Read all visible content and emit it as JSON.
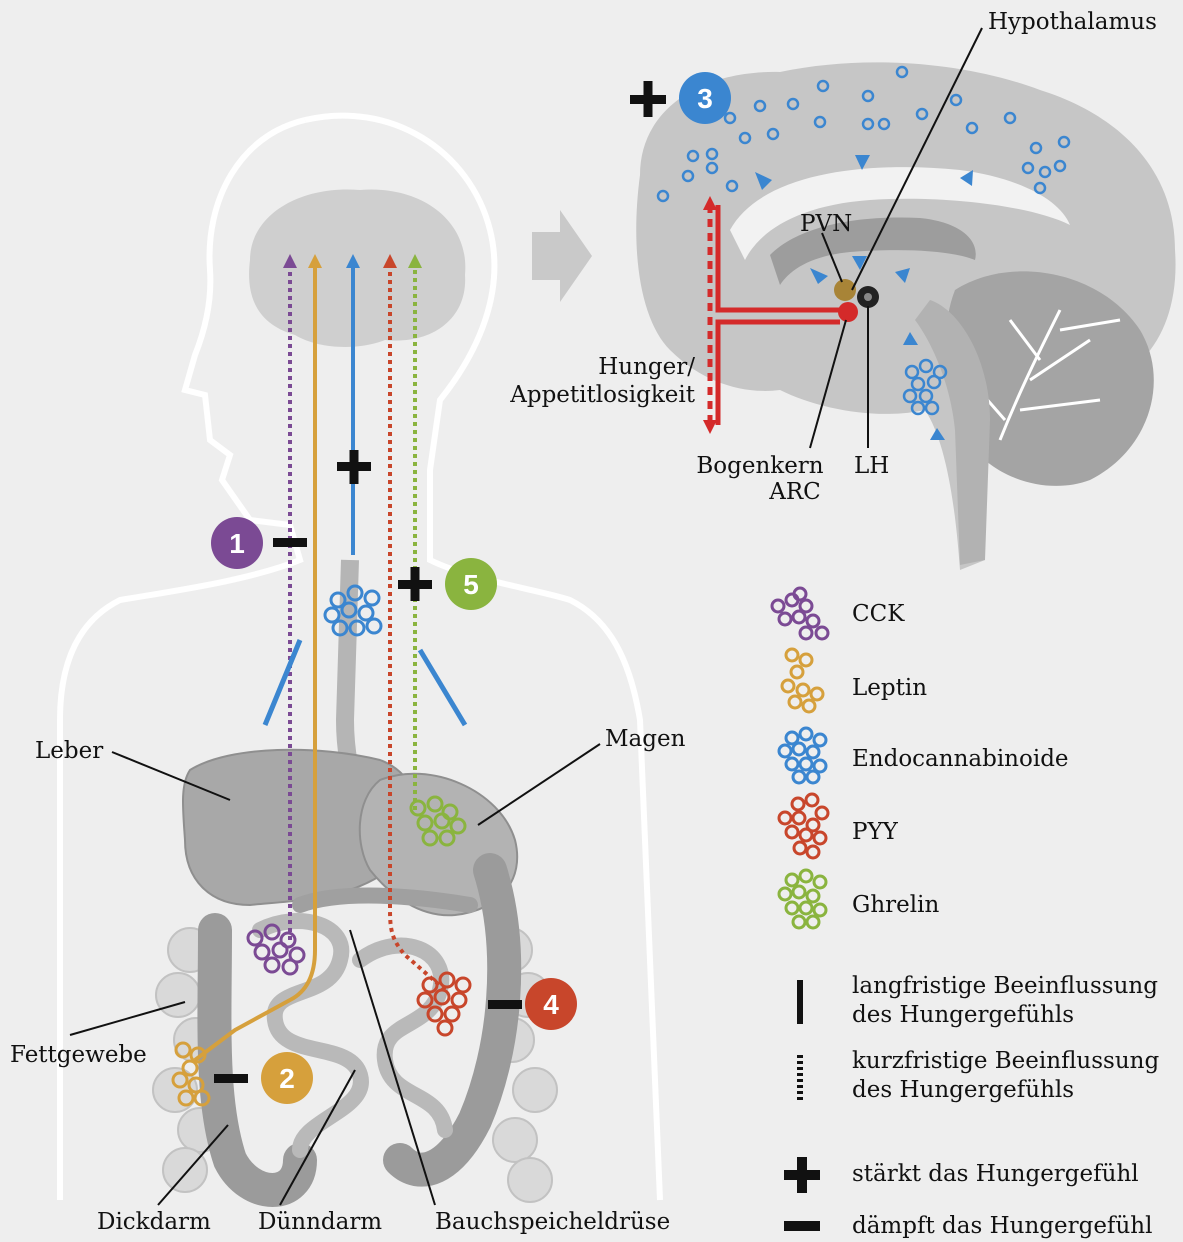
{
  "labels": {
    "hypothalamus": "Hypothalamus",
    "pvn": "PVN",
    "hunger_line1": "Hunger/",
    "hunger_line2": "Appetitlosigkeit",
    "bogenkern": "Bogenkern",
    "arc": "ARC",
    "lh": "LH",
    "leber": "Leber",
    "magen": "Magen",
    "fettgewebe": "Fettgewebe",
    "dickdarm": "Dickdarm",
    "duenndarm": "Dünndarm",
    "bauchspeicheldruese": "Bauchspeicheldrüse"
  },
  "markers": [
    {
      "num": "1",
      "color": "#7b4a94"
    },
    {
      "num": "2",
      "color": "#d6a03c"
    },
    {
      "num": "3",
      "color": "#3b86d0"
    },
    {
      "num": "4",
      "color": "#c8462b"
    },
    {
      "num": "5",
      "color": "#8ab43f"
    }
  ],
  "hormones": [
    {
      "name": "CCK",
      "color": "#7b4a94"
    },
    {
      "name": "Leptin",
      "color": "#d6a03c"
    },
    {
      "name": "Endocannabinoide",
      "color": "#3b86d0"
    },
    {
      "name": "PYY",
      "color": "#c8462b"
    },
    {
      "name": "Ghrelin",
      "color": "#8ab43f"
    }
  ],
  "legend_lines": {
    "long_line1": "langfristige Beeinflussung",
    "long_line2": "des Hungergefühls",
    "short_line1": "kurzfristige Beeinflussung",
    "short_line2": "des Hungergefühls",
    "plus": "stärkt das Hungergefühl",
    "minus": "dämpft das Hungergefühl"
  },
  "colors": {
    "signal_red": "#d42a2a",
    "organ_grey": "#a9a9a9",
    "brain_grey": "#c6c6c6",
    "arrow_blue": "#3b86d0"
  }
}
